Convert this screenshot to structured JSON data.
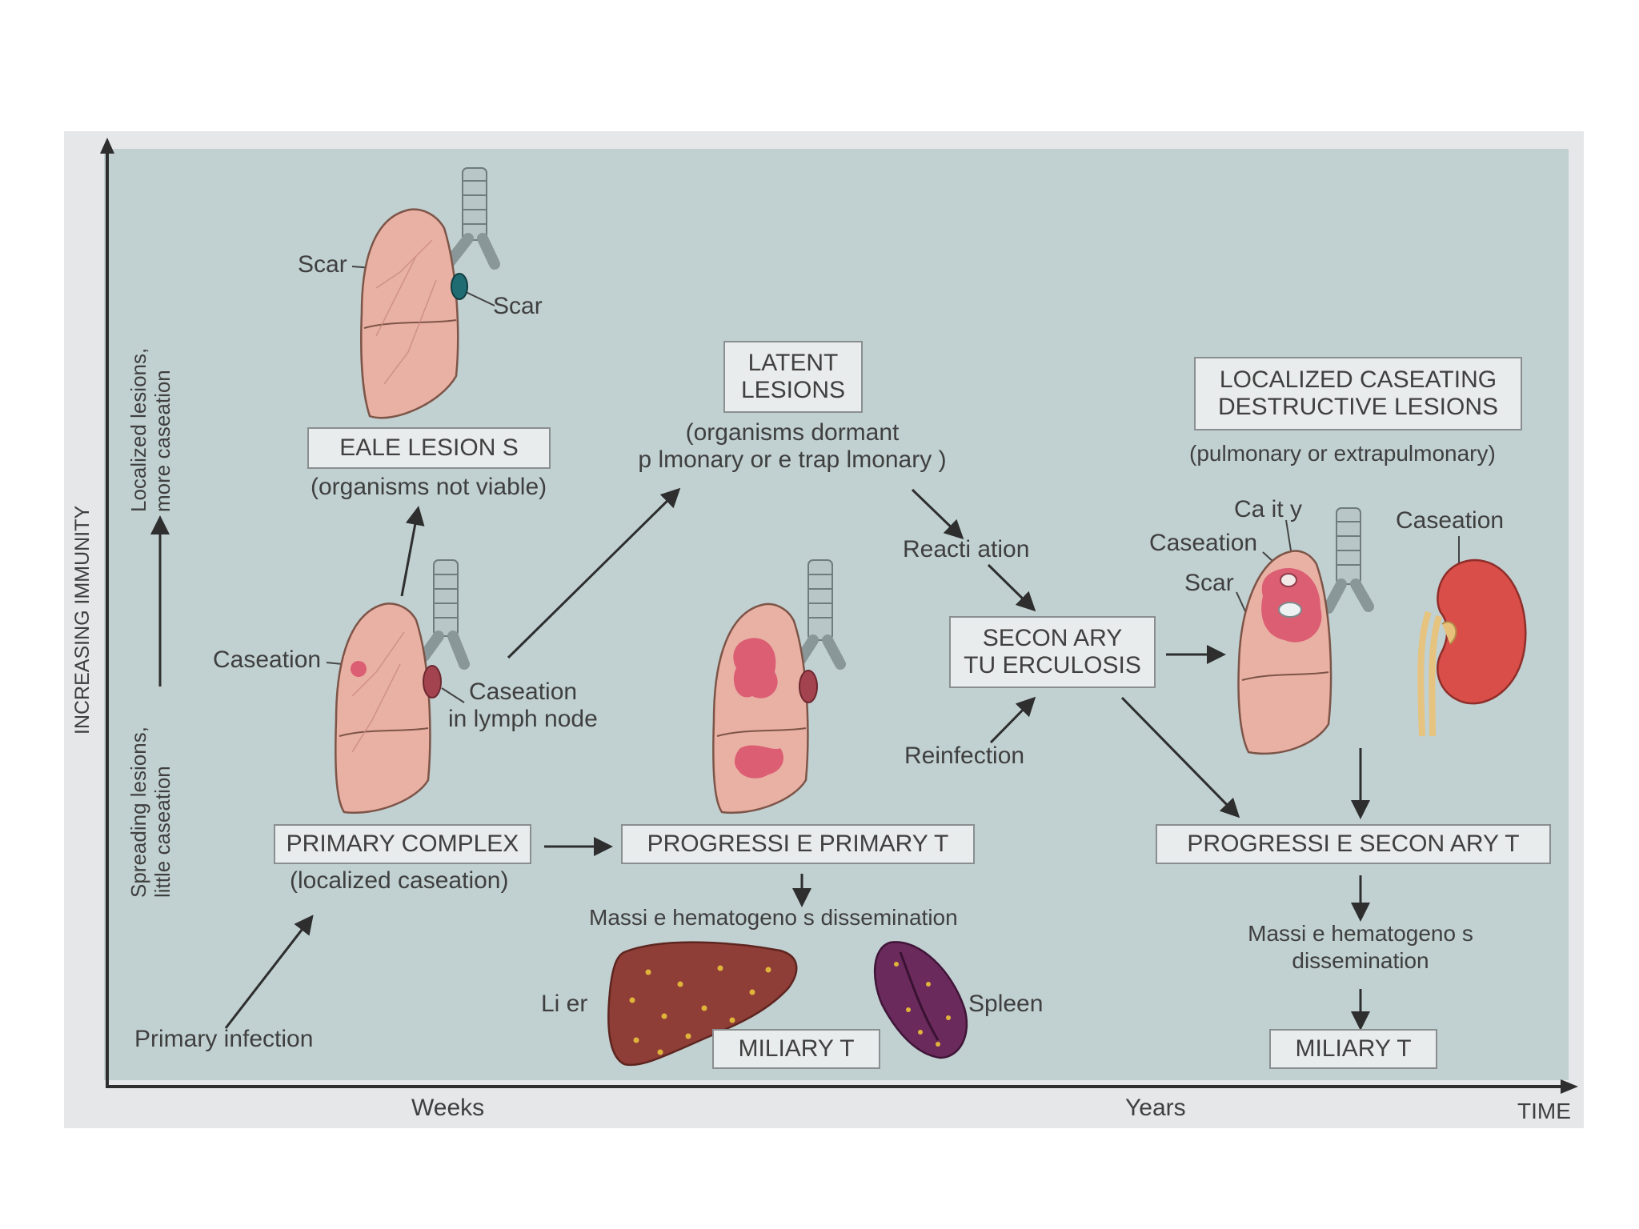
{
  "axes": {
    "y_label": "INCREASING IMMUNITY",
    "y_upper_note": [
      "Localized lesions,",
      "more caseation"
    ],
    "y_lower_note": [
      "Spreading lesions,",
      "little caseation"
    ],
    "x_label": "TIME",
    "x_tick_weeks": "Weeks",
    "x_tick_years": "Years"
  },
  "boxes": {
    "healed": "EALE  LESION    S",
    "latent": [
      "LATENT",
      "LESIONS"
    ],
    "localized": [
      "LOCALIZED CASEATING",
      "DESTRUCTIVE LESIONS"
    ],
    "secondary": [
      "SECON ARY",
      "TU ERCULOSIS"
    ],
    "primary_complex": "PRIMARY COMPLEX",
    "progressive_primary": "PROGRESSI E PRIMARY T",
    "progressive_secondary": "PROGRESSI E SECON ARY T",
    "miliary_left": "MILIARY T",
    "miliary_right": "MILIARY T"
  },
  "notes": {
    "healed": "(organisms not viable)",
    "latent": [
      "(organisms dormant",
      "p lmonary or e trap lmonary    )"
    ],
    "localized": "(pulmonary or extrapulmonary)",
    "primary_complex": "(localized caseation)",
    "reactivation": "Reacti ation",
    "reinfection": "Reinfection",
    "primary_infection": "Primary infection",
    "dissemination_left": "Massi e hematogeno s dissemination",
    "dissemination_right": [
      "Massi e hematogeno    s",
      "dissemination"
    ]
  },
  "labels": {
    "scar_top_left": "Scar",
    "scar_top_right": "Scar",
    "caseation_primary": "Caseation",
    "caseation_node": [
      "Caseation",
      "in lymph node"
    ],
    "cavity": "Ca  it y",
    "caseation_lung": "Caseation",
    "scar_secondary": "Scar",
    "caseation_kidney": "Caseation",
    "liver": "Li er",
    "spleen": "Spleen"
  }
}
